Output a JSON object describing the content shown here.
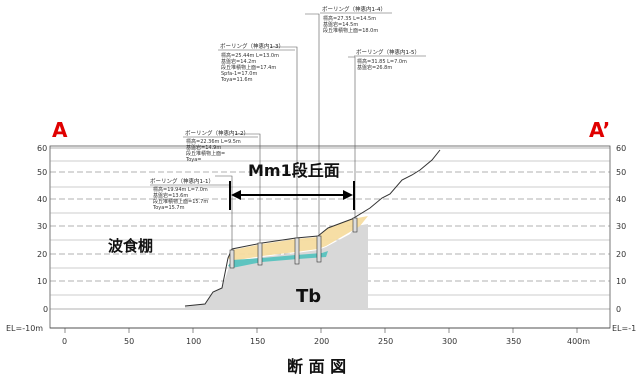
{
  "section_ends": {
    "left": "A",
    "right": "A’"
  },
  "y_axis": {
    "ticks": [
      "60",
      "50",
      "40",
      "30",
      "20",
      "10",
      "0"
    ],
    "bottom_left": "EL=-10m",
    "bottom_right": "EL=-1"
  },
  "x_axis": {
    "ticks": [
      "0",
      "50",
      "100",
      "150",
      "200",
      "250",
      "300",
      "350",
      "400m"
    ]
  },
  "terrace_label": "Mm1段丘面",
  "platform_label": "波食棚",
  "bedrock_label": "Tb",
  "caption": "断 面 図",
  "boreholes": [
    {
      "title": "ボーリング（神恵内1-1）",
      "lines": [
        "標高=19.94m L=7.0m",
        "基盤岩=13.6m",
        "段丘堆積物上面=15.7m",
        "Toya=15.7m"
      ]
    },
    {
      "title": "ボーリング（神恵内1-2）",
      "lines": [
        "標高=22.36m L=9.5m",
        "基盤岩=14.9m",
        "段丘堆積物上面=",
        "Toya="
      ]
    },
    {
      "title": "ボーリング（神恵内1-3）",
      "lines": [
        "標高=25.44m L=13.0m",
        "基盤岩=14.2m",
        "段丘堆積物上面=17.4m",
        "Spfa-1=17.0m",
        "Toya=11.6m"
      ]
    },
    {
      "title": "ボーリング（神恵内1-4）",
      "lines": [
        "標高=27.35 L=14.5m",
        "基盤岩=14.5m",
        "段丘堆積物上面=18.0m"
      ]
    },
    {
      "title": "ボーリング（神恵内1-5）",
      "lines": [
        "標高=31.85 L=7.0m",
        "基盤岩=26.8m"
      ]
    }
  ],
  "colors": {
    "terrace_deposit": "#f5dca0",
    "marine_layer": "#5ec4c0",
    "bedrock": "#d8d8d8",
    "label_red": "#e00000"
  }
}
